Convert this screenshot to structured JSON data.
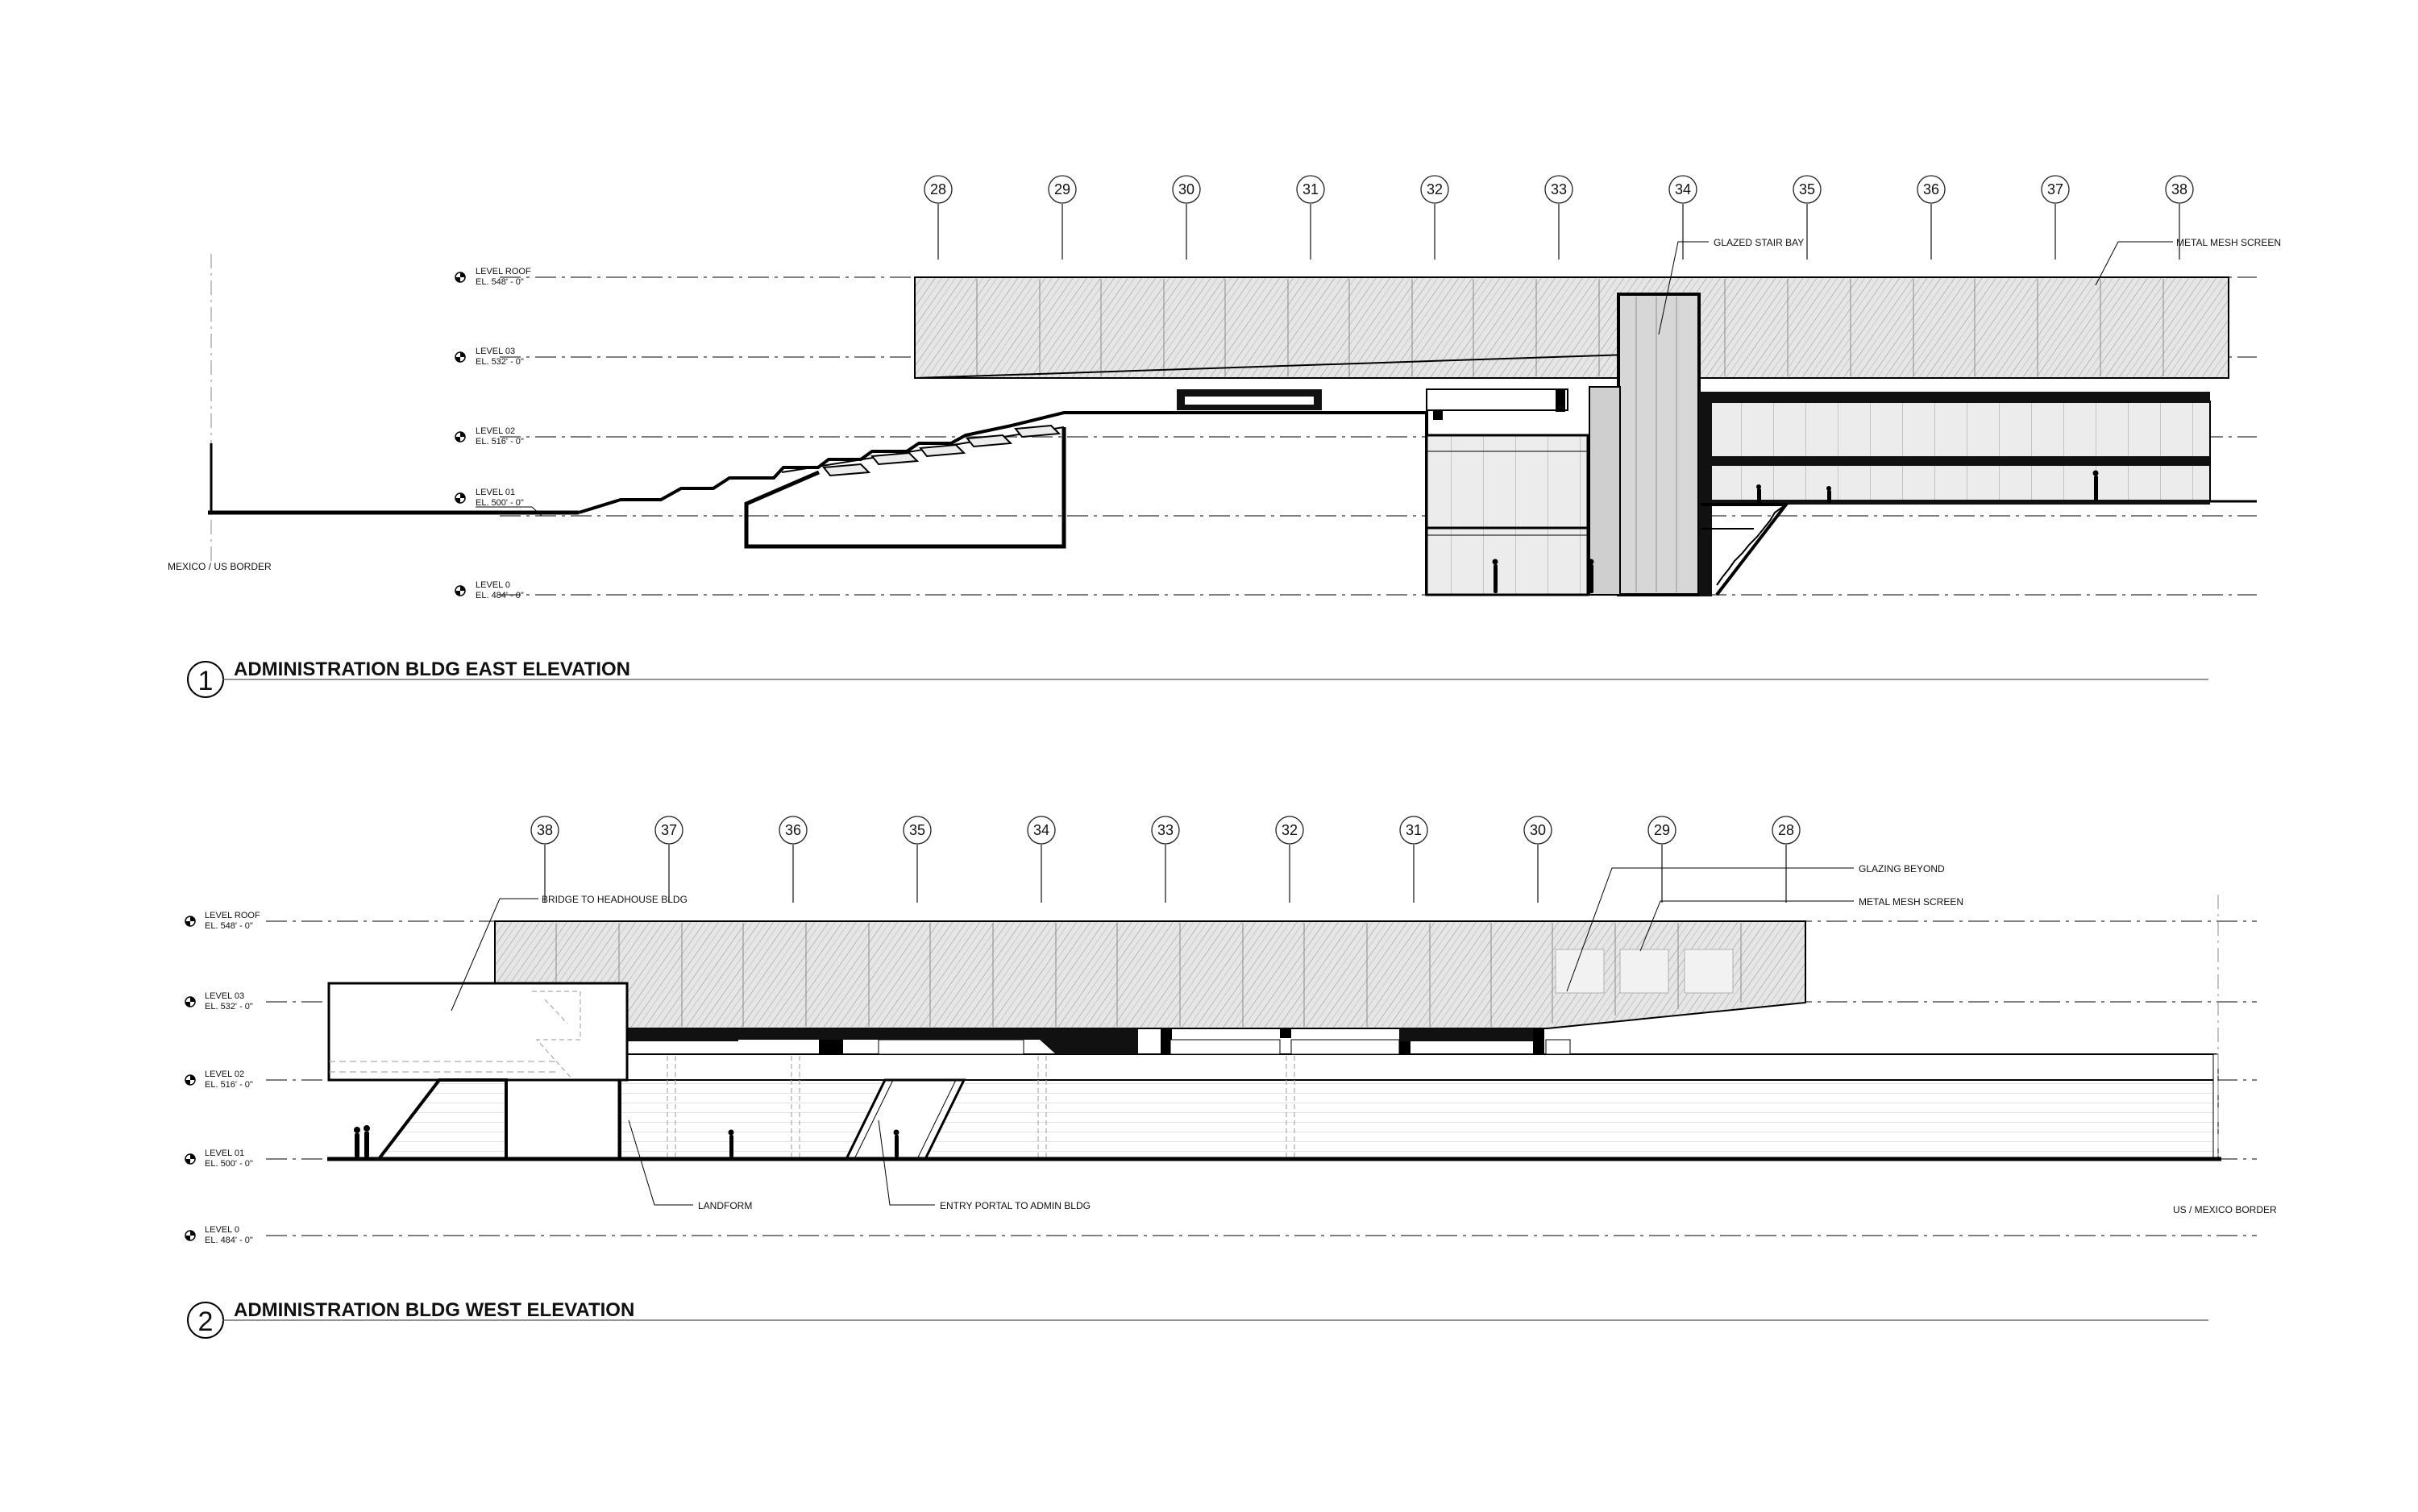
{
  "elevations": [
    {
      "number": "1",
      "title": "ADMINISTRATION BLDG EAST ELEVATION",
      "grid_lines": [
        "28",
        "29",
        "30",
        "31",
        "32",
        "33",
        "34",
        "35",
        "36",
        "37",
        "38"
      ],
      "levels": [
        {
          "name": "LEVEL ROOF",
          "el": "EL. 548' - 0\""
        },
        {
          "name": "LEVEL 03",
          "el": "EL. 532' - 0\""
        },
        {
          "name": "LEVEL 02",
          "el": "EL. 516' - 0\""
        },
        {
          "name": "LEVEL 01",
          "el": "EL. 500' - 0\""
        },
        {
          "name": "LEVEL 0",
          "el": "EL. 484' - 0\""
        }
      ],
      "annotations": {
        "stair": "GLAZED STAIR BAY",
        "mesh": "METAL MESH SCREEN",
        "border": "MEXICO / US BORDER"
      }
    },
    {
      "number": "2",
      "title": "ADMINISTRATION BLDG WEST ELEVATION",
      "grid_lines": [
        "38",
        "37",
        "36",
        "35",
        "34",
        "33",
        "32",
        "31",
        "30",
        "29",
        "28"
      ],
      "levels": [
        {
          "name": "LEVEL ROOF",
          "el": "EL. 548' - 0\""
        },
        {
          "name": "LEVEL 03",
          "el": "EL. 532' - 0\""
        },
        {
          "name": "LEVEL 02",
          "el": "EL. 516' - 0\""
        },
        {
          "name": "LEVEL 01",
          "el": "EL. 500' - 0\""
        },
        {
          "name": "LEVEL 0",
          "el": "EL. 484' - 0\""
        }
      ],
      "annotations": {
        "bridge": "BRIDGE TO HEADHOUSE BLDG",
        "glazing": "GLAZING BEYOND",
        "mesh": "METAL MESH SCREEN",
        "landform": "LANDFORM",
        "portal": "ENTRY PORTAL TO ADMIN BLDG",
        "border": "US / MEXICO BORDER"
      }
    }
  ]
}
